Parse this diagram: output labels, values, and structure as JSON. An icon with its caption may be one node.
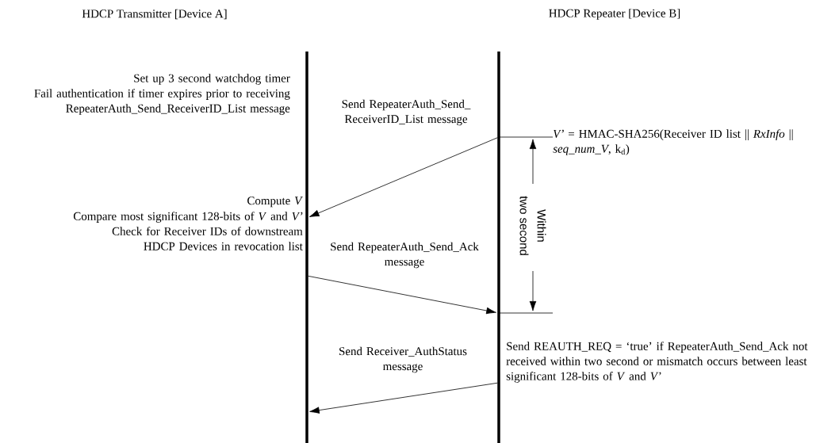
{
  "diagram": {
    "nodes": [
      {
        "text": [
          "HDCP Transmitter [Device A]"
        ]
      },
      {
        "text": [
          "HDCP Repeater [Device B]"
        ]
      }
    ],
    "edges": [
      {
        "from": 1,
        "to": 0,
        "arrow": "to",
        "label": "Send RepeaterAuth_Send_ ReceiverID_List message"
      },
      {
        "from": 0,
        "to": 1,
        "arrow": "to",
        "label": "Send RepeaterAuth_Send_Ack message"
      },
      {
        "from": 1,
        "to": 0,
        "arrow": "to",
        "label": "Send Receiver_AuthStatus message"
      }
    ],
    "labels": [
      "Set up 3 second watchdog timer",
      "Fail authentication if timer expires prior to receiving RepeaterAuth_Send_ReceiverID_List message",
      "*V’* = HMAC-SHA256(Receiver ID list || *RxInfo* || *seq_num_V*, k$_{d}$)",
      "Within",
      "two second",
      "Compute *V*",
      "Compare most significant 128-bits of *V* and *V’*",
      "Check for Receiver IDs of downstream HDCP Devices  in revocation list",
      "Send REAUTH_REQ = ‘true’ if RepeaterAuth_Send_Ack not received within two second or mismatch occurs between least significant 128-bits of *V* and *V’*"
    ]
  }
}
